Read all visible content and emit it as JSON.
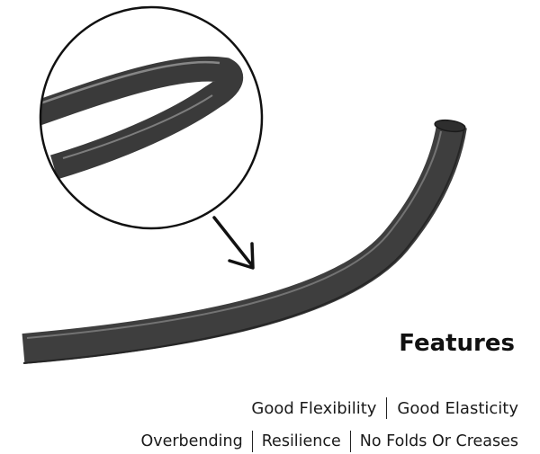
{
  "heading": "Features",
  "features_row1": [
    "Good Flexibility",
    "Good Elasticity"
  ],
  "features_row2": [
    "Overbending",
    "Resilience",
    "No Folds Or Creases"
  ],
  "colors": {
    "tube": "#3e3e3e",
    "tube_highlight": "#8a8a8a",
    "outline": "#111111",
    "text": "#1a1a1a",
    "background": "#ffffff"
  },
  "icons": {
    "magnifier": "zoom-detail-circle",
    "pointer": "arrow-down-right-icon"
  }
}
